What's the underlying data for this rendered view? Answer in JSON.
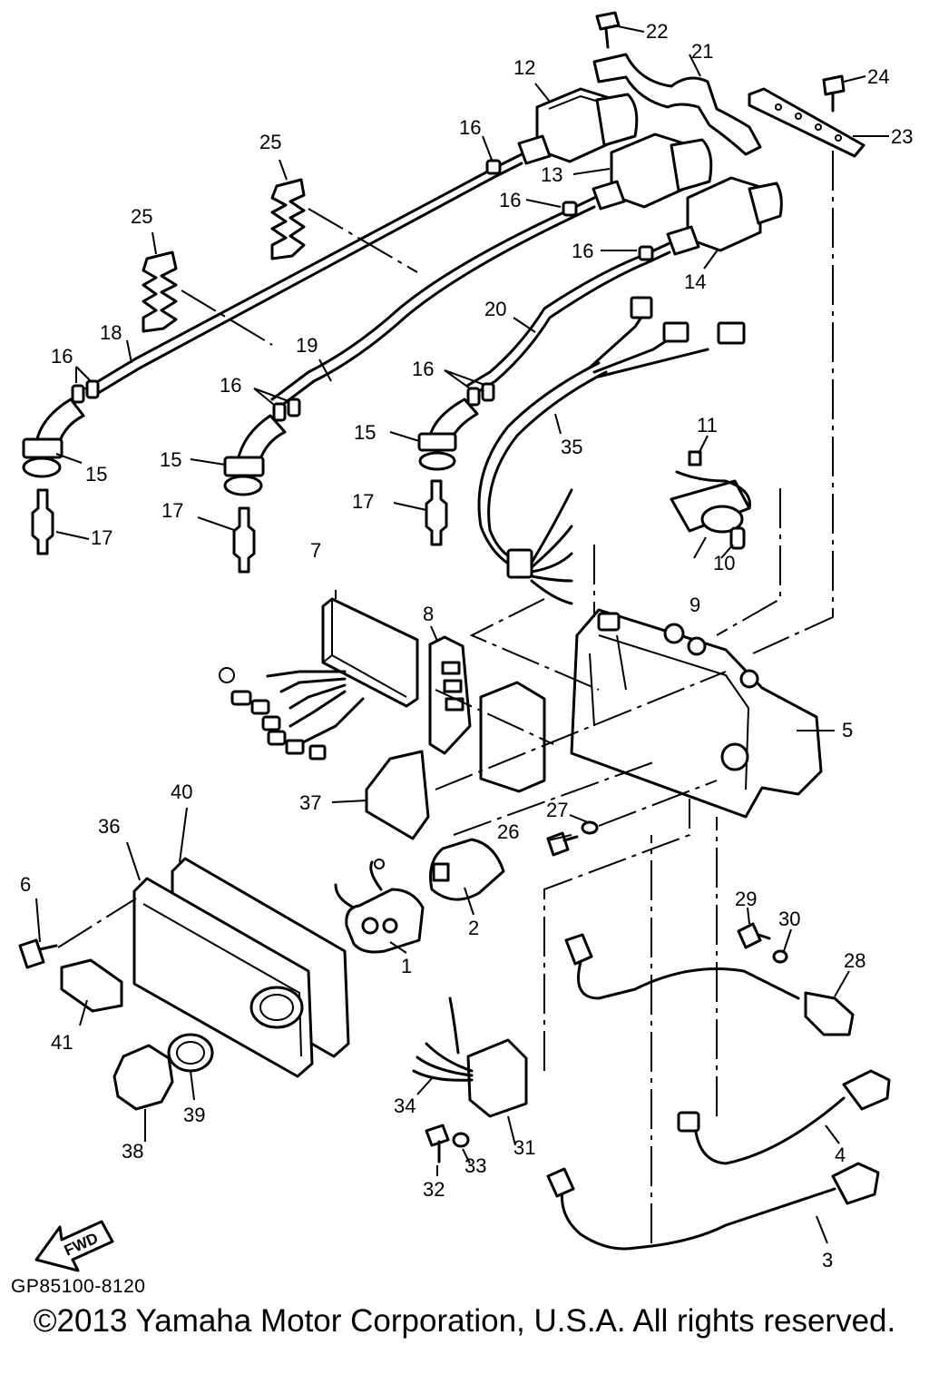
{
  "diagram": {
    "callouts": [
      "1",
      "2",
      "3",
      "4",
      "5",
      "6",
      "7",
      "8",
      "9",
      "10",
      "11",
      "12",
      "13",
      "14",
      "15",
      "16",
      "17",
      "18",
      "19",
      "20",
      "21",
      "22",
      "23",
      "24",
      "25",
      "26",
      "27",
      "28",
      "29",
      "30",
      "31",
      "32",
      "33",
      "34",
      "35",
      "36",
      "37",
      "38",
      "39",
      "40",
      "41"
    ],
    "fwd_label": "FWD"
  },
  "footer": {
    "drawing_code": "GP85100-8120",
    "copyright": "©2013 Yamaha Motor Corporation, U.S.A. All rights reserved."
  }
}
